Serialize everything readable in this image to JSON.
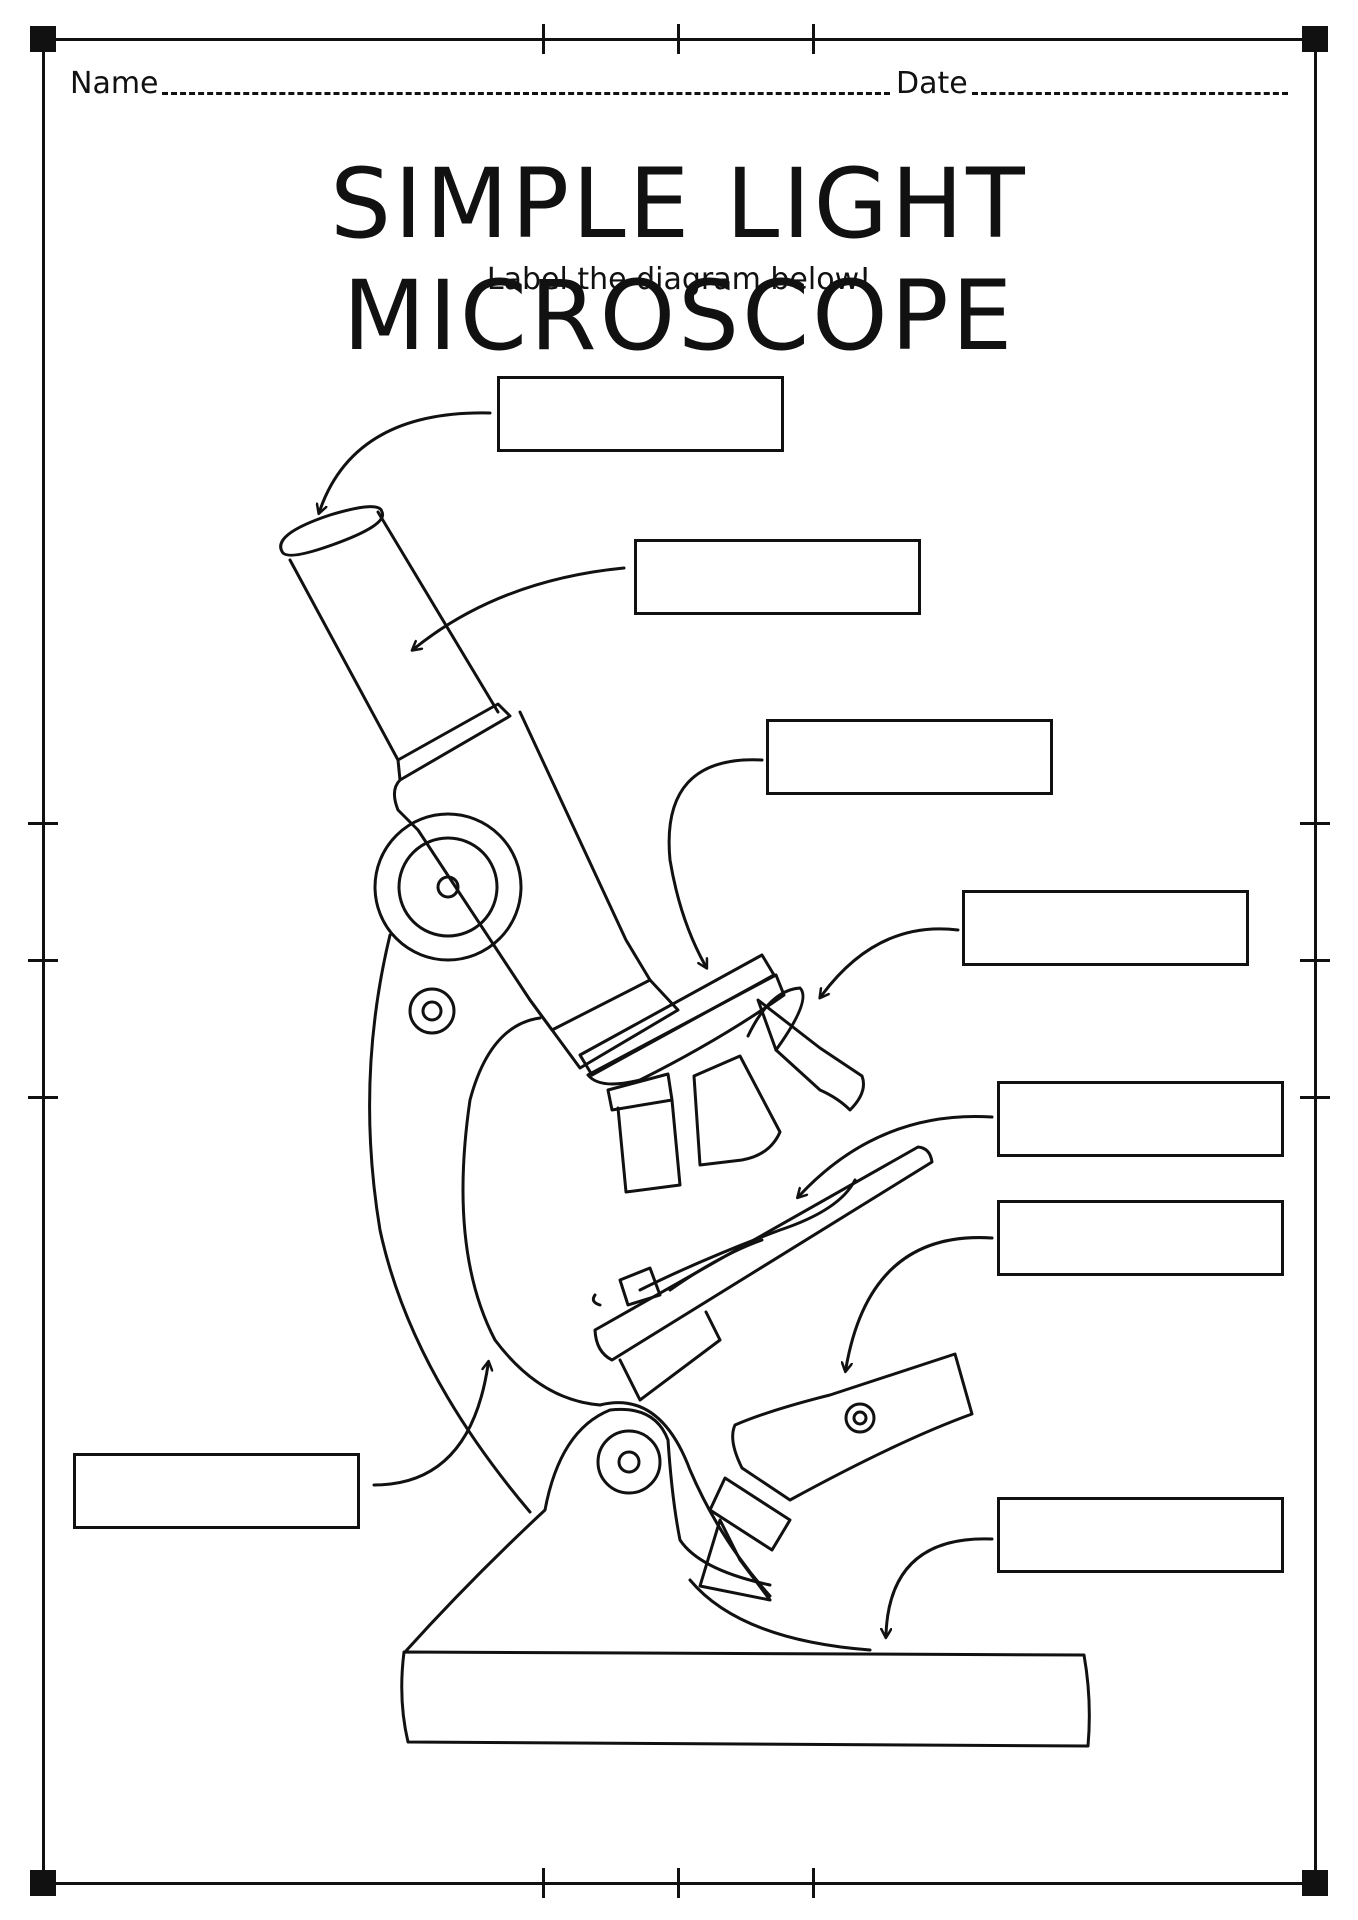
{
  "header": {
    "name_label": "Name",
    "date_label": "Date"
  },
  "title": "SIMPLE LIGHT MICROSCOPE",
  "subtitle": "Label the diagram below!",
  "label_boxes": [
    "",
    "",
    "",
    "",
    "",
    "",
    "",
    "",
    ""
  ]
}
